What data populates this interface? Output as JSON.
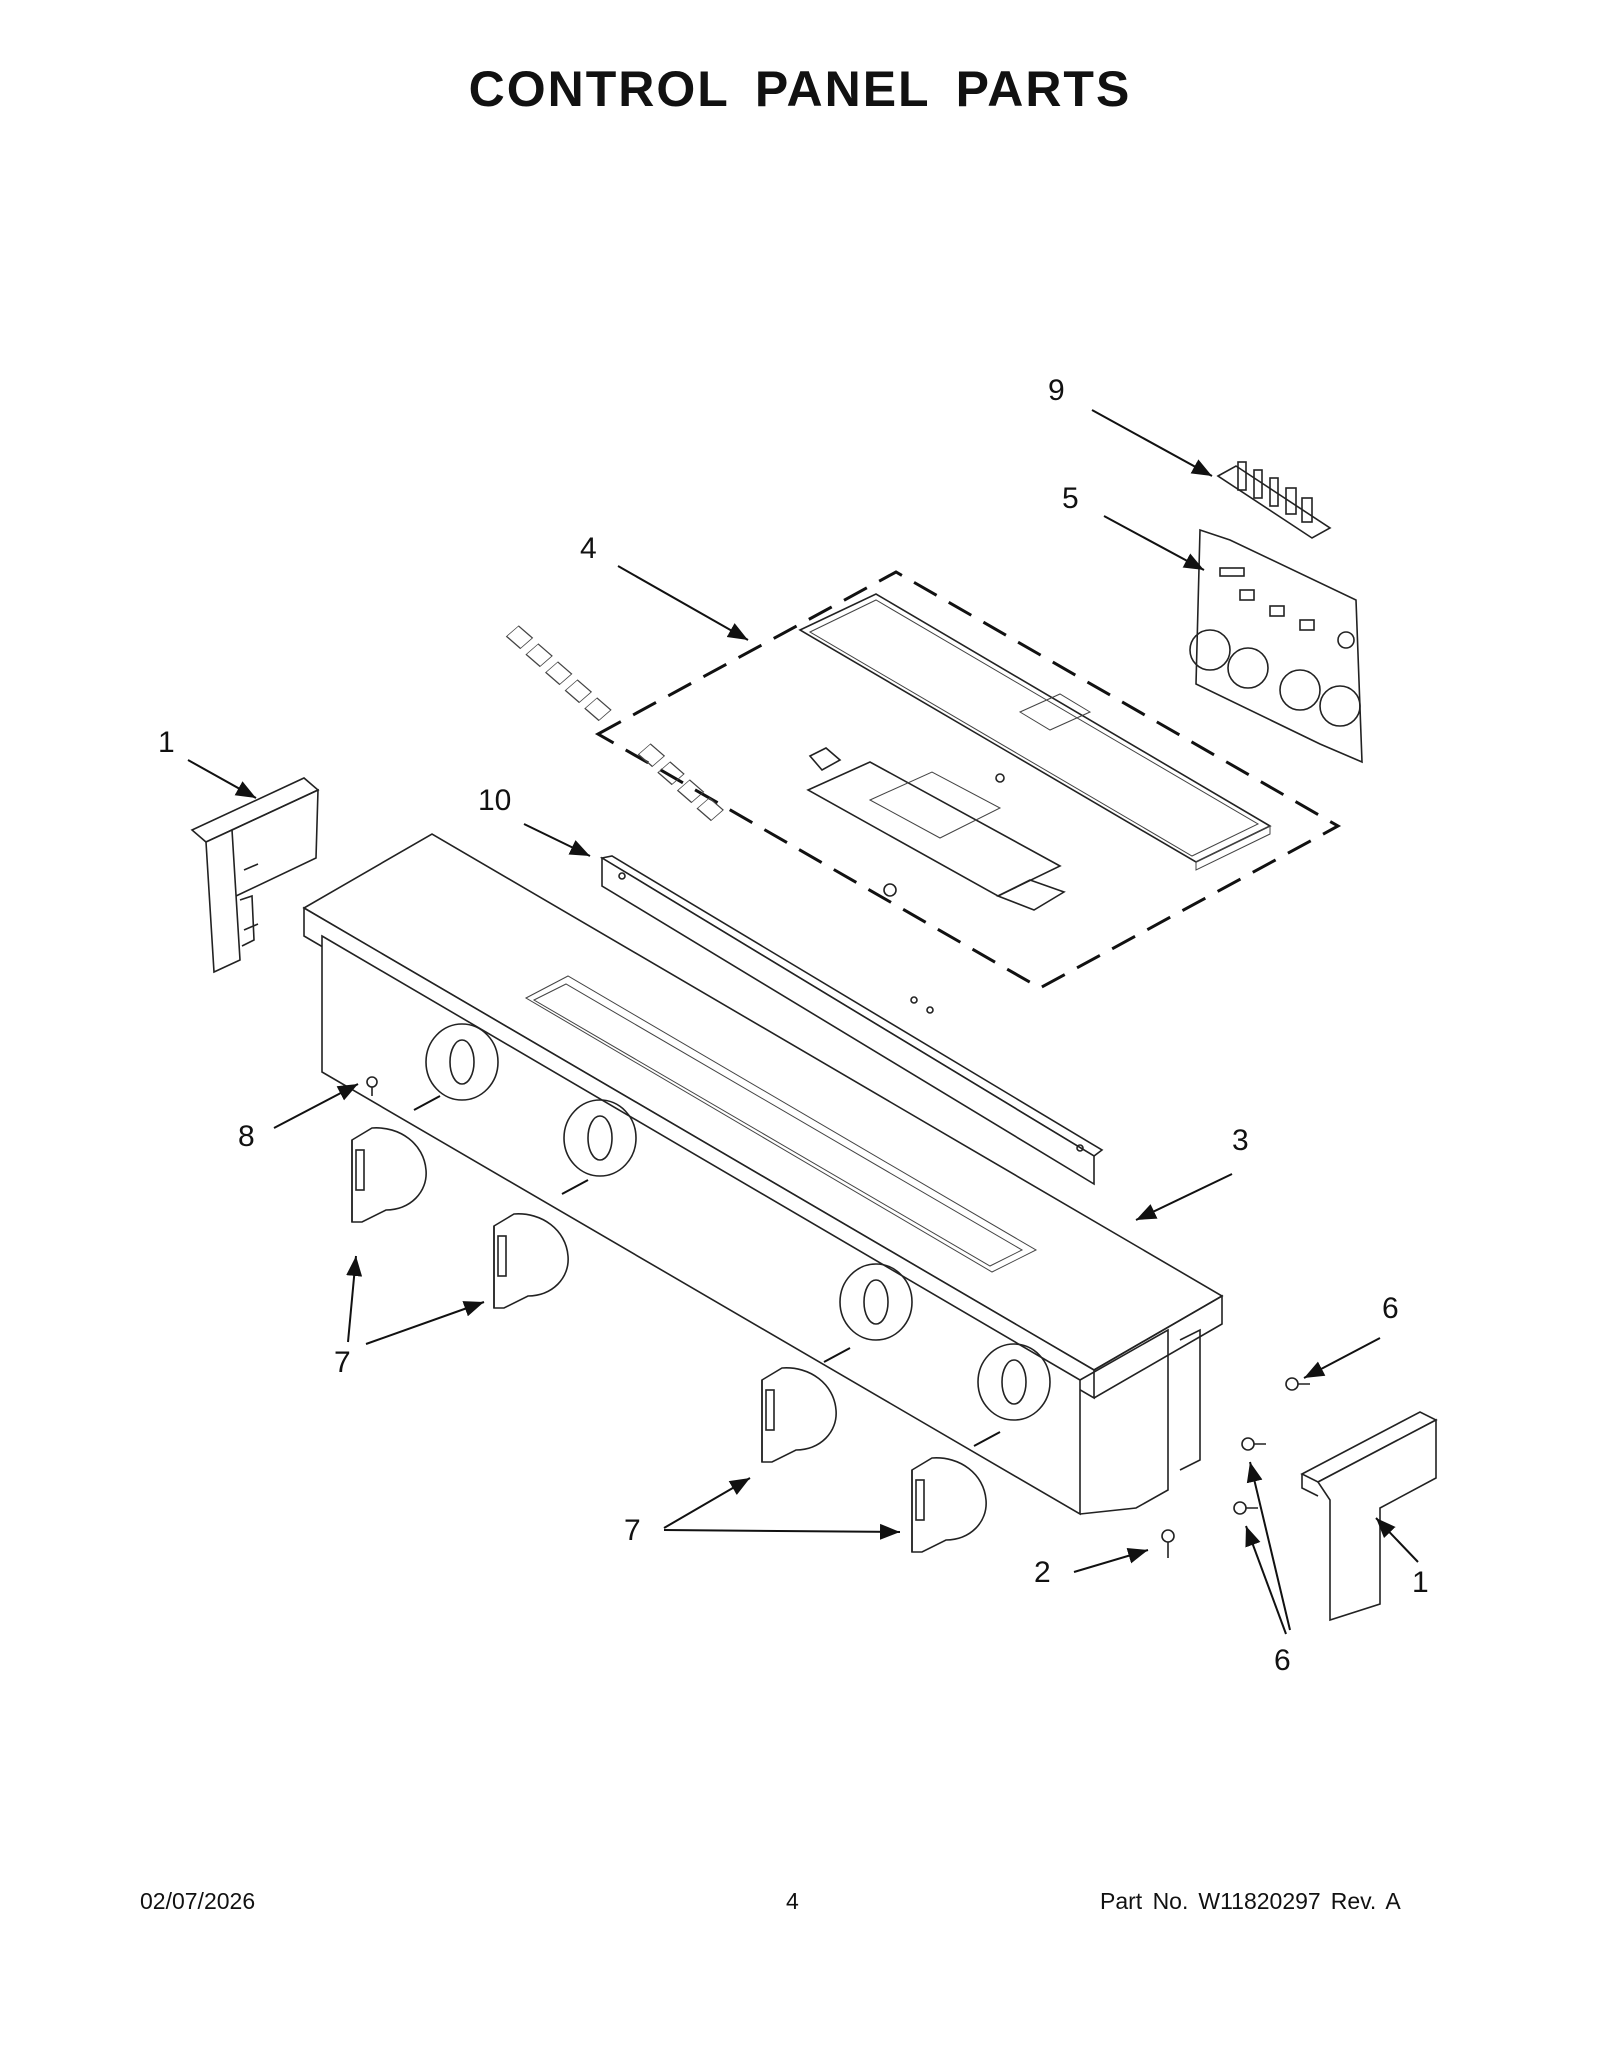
{
  "header": {
    "title": "CONTROL PANEL PARTS"
  },
  "callouts": {
    "c1_left": "1",
    "c10": "10",
    "c4": "4",
    "c9": "9",
    "c5": "5",
    "c8": "8",
    "c3": "3",
    "c7_upper": "7",
    "c6_right": "6",
    "c7_lower": "7",
    "c2": "2",
    "c1_right": "1",
    "c6_lower": "6"
  },
  "footer": {
    "date": "02/07/2026",
    "page": "4",
    "part_label": "Part No.",
    "part_number": "W11820297",
    "revision": "Rev.  A"
  }
}
